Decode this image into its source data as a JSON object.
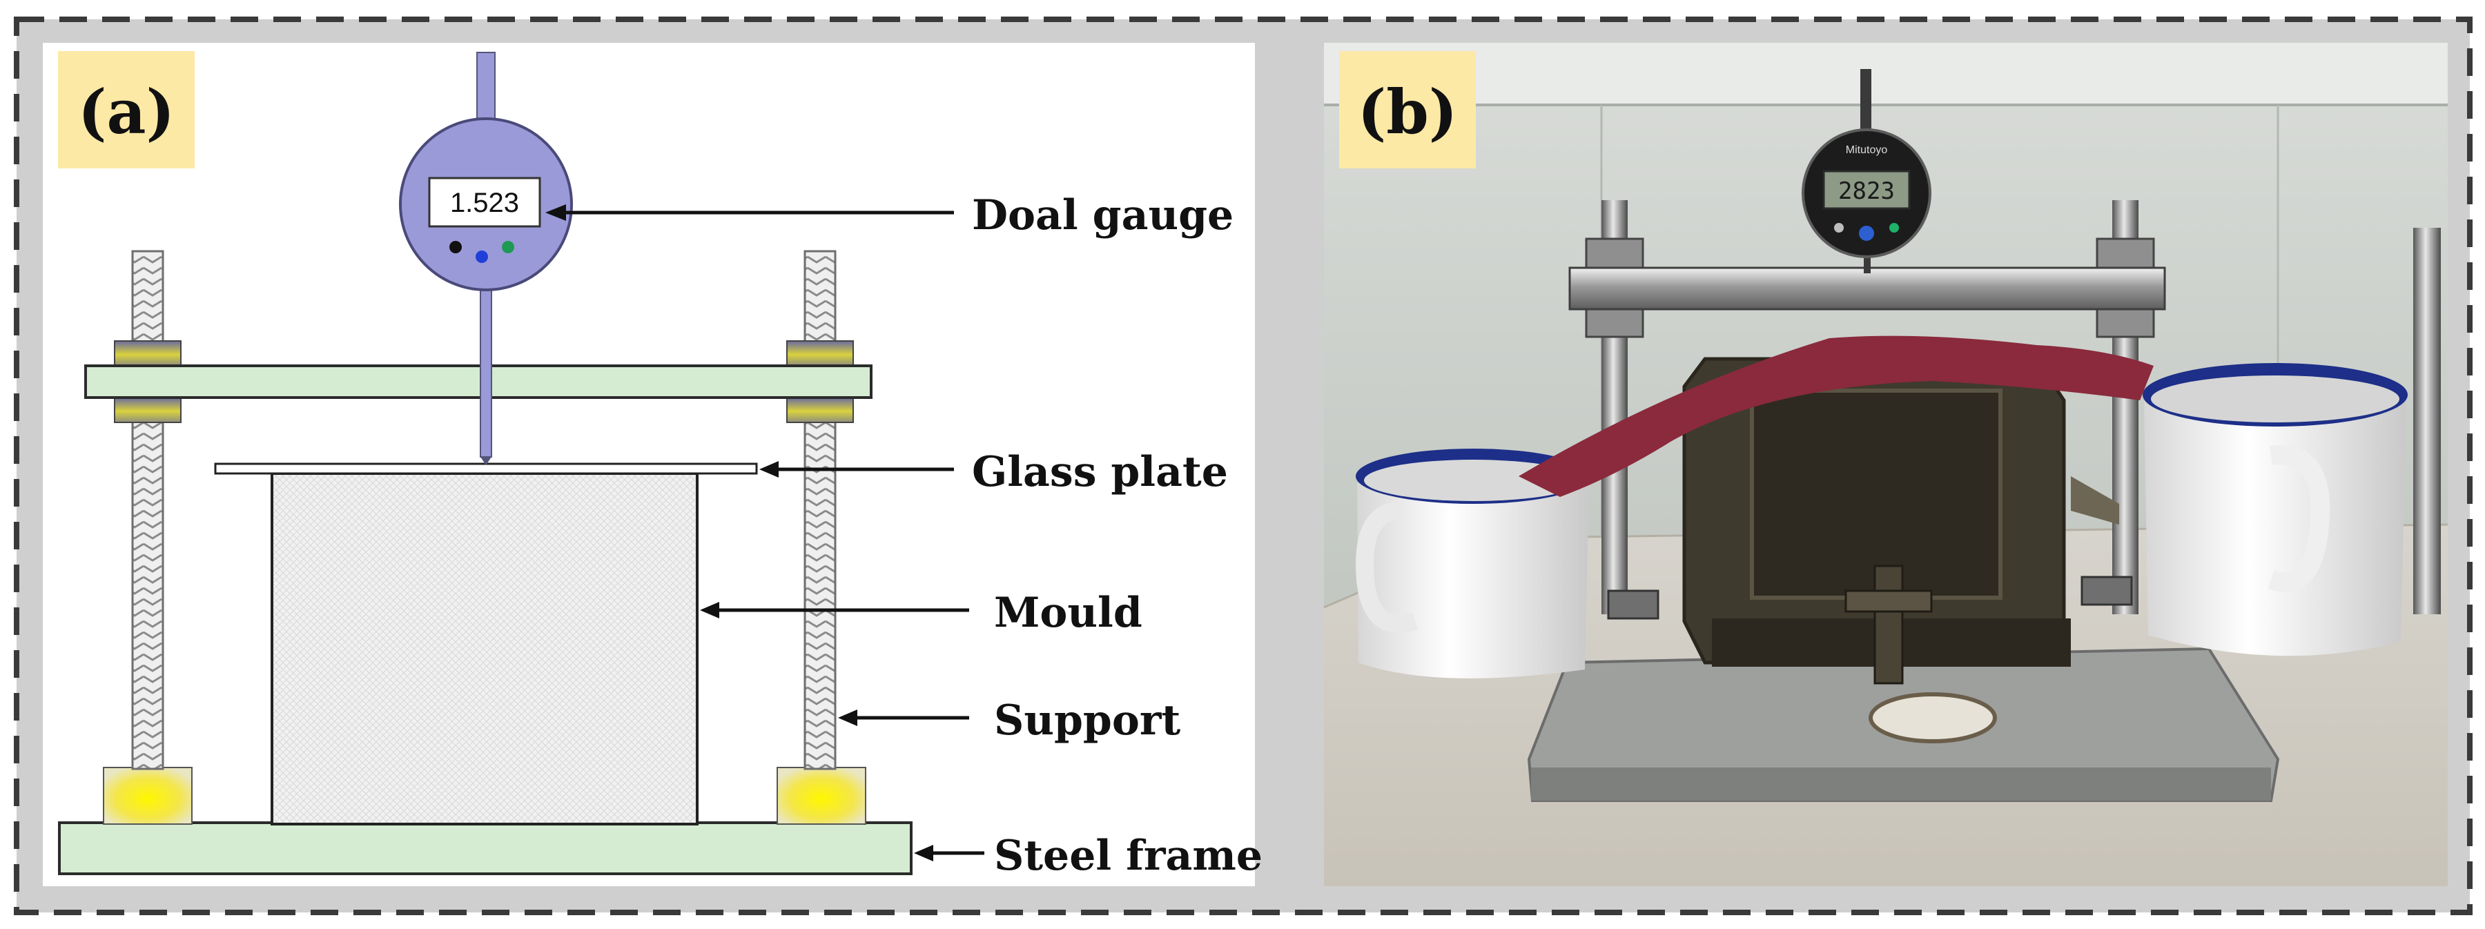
{
  "figure": {
    "border_color": "#3a3a3a",
    "divider_color": "#c9c9c9",
    "badge_color": "#fde9a6"
  },
  "panel_a": {
    "badge": "(a)",
    "gauge_reading": "1.523",
    "labels": {
      "dial_gauge": "Doal gauge",
      "glass_plate": "Glass plate",
      "mould": "Mould",
      "support": "Support",
      "steel_frame": "Steel frame"
    },
    "colors": {
      "gauge_body": "#9a9ad8",
      "plate_fill": "#d5ecd2",
      "nut_color": "#5a5a8a",
      "base_glow": "#f2ef2a",
      "mould_fill": "#efefef"
    }
  },
  "panel_b": {
    "badge": "(b)",
    "gauge_brand": "Mitutoyo",
    "gauge_reading": "2823"
  }
}
